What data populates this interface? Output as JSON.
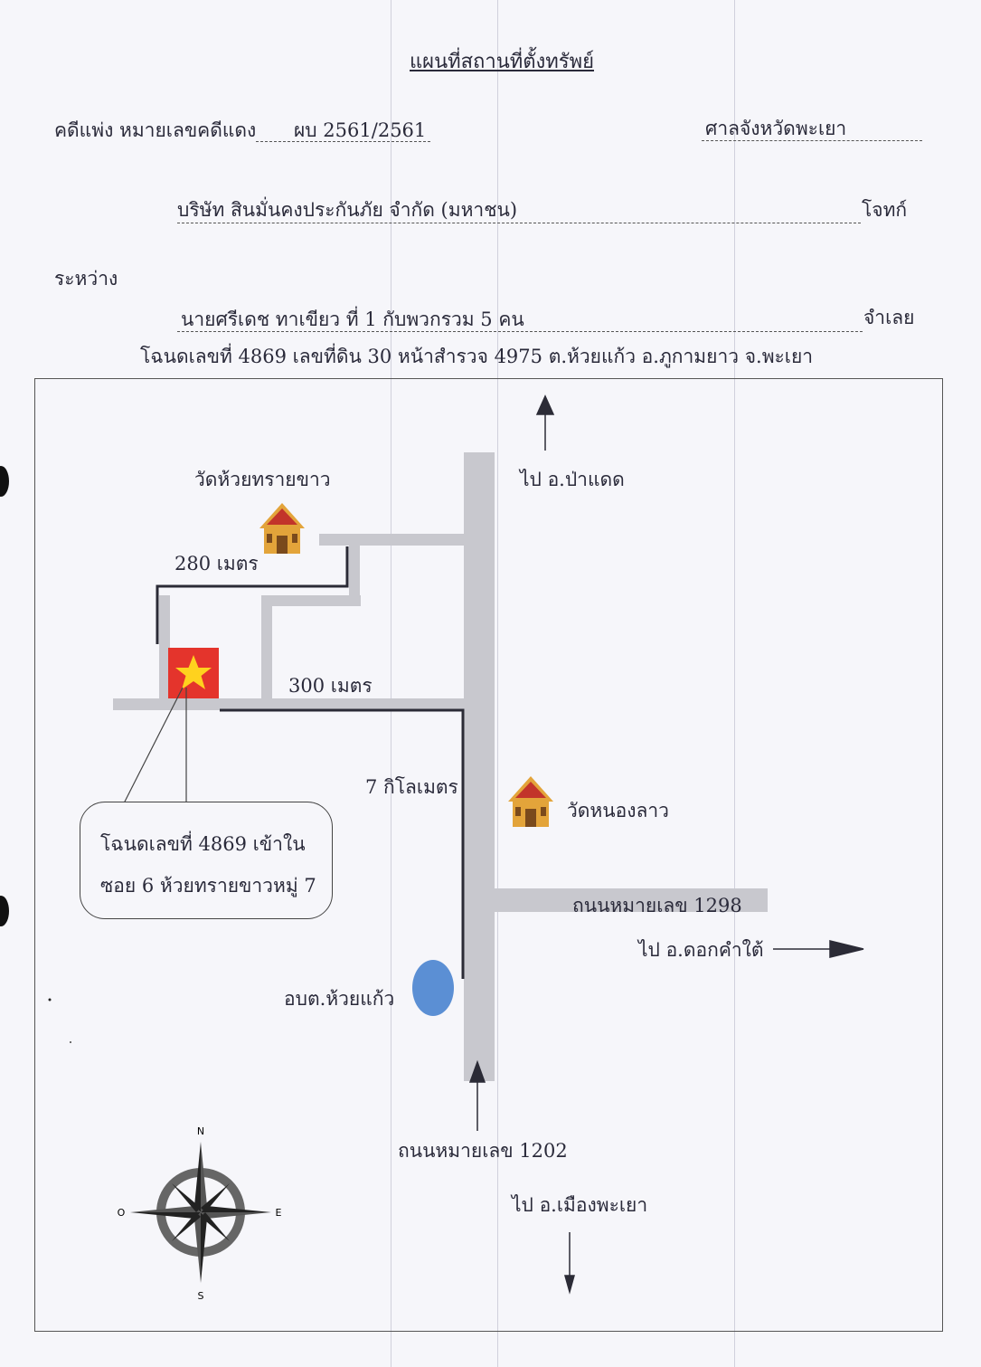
{
  "title": "แผนที่สถานที่ตั้งทรัพย์",
  "header": {
    "case_label": "คดีแพ่ง  หมายเลขคดีแดง",
    "case_number": "ผบ 2561/2561",
    "court": "ศาลจังหวัดพะเยา",
    "plaintiff_name": "บริษัท สินมั่นคงประกันภัย จำกัด (มหาชน)",
    "plaintiff_role": "โจทก์",
    "between": "ระหว่าง",
    "defendant_name": "นายศรีเดช  ทาเขียว  ที่ 1 กับพวกรวม 5 คน",
    "defendant_role": "จำเลย",
    "deed_info": "โฉนดเลขที่ 4869 เลขที่ดิน 30 หน้าสำรวจ 4975  ต.ห้วยแก้ว อ.ภูกามยาว จ.พะเยา"
  },
  "map": {
    "to_pa_daet": "ไป อ.ป่าแดด",
    "temple_huai_sai_khao": "วัดห้วยทรายขาว",
    "dist_280": "280 เมตร",
    "dist_300": "300 เมตร",
    "dist_7km": "7 กิโลเมตร",
    "temple_nong_lao": "วัดหนองลาว",
    "road_1298": "ถนนหมายเลข 1298",
    "to_dok_kham_tai": "ไป อ.ดอกคำใต้",
    "tao_huai_kaeo": "อบต.ห้วยแก้ว",
    "road_1202": "ถนนหมายเลข 1202",
    "to_mueang_phayao": "ไป อ.เมืองพะเยา",
    "callout_line1": "โฉนดเลขที่ 4869 เข้าใน",
    "callout_line2": "ซอย 6 ห้วยทรายขาวหมู่ 7",
    "compass": {
      "n": "N",
      "s": "S",
      "e": "E",
      "w": "O"
    }
  },
  "colors": {
    "road": "#c8c8ce",
    "route": "#2b2b36",
    "marker_red": "#e4342c",
    "star_yellow": "#ffd21e",
    "pond_blue": "#5b8fd4",
    "temple_gold": "#e3a43a"
  }
}
